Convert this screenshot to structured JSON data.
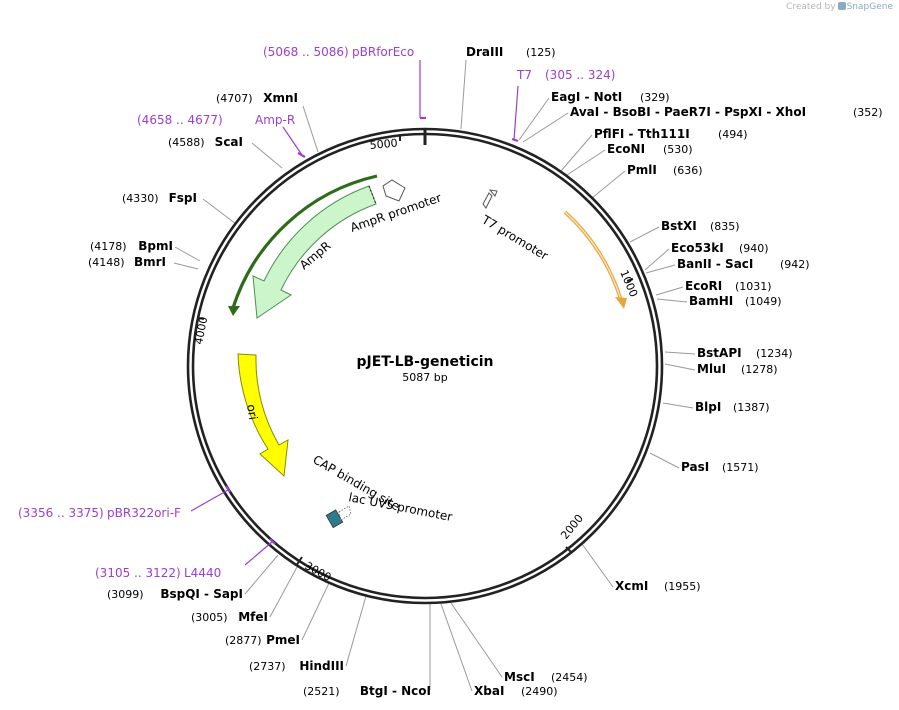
{
  "watermark": {
    "prefix": "Created by",
    "brand": "SnapGene"
  },
  "plasmid": {
    "name": "pJET-LB-geneticin",
    "length": "5087 bp"
  },
  "ticks": [
    "1000",
    "2000",
    "3000",
    "4000",
    "5000"
  ],
  "sites": [
    {
      "name": "DraIII",
      "pos": "(125)"
    },
    {
      "name": "EagI  - NotI",
      "pos": "(329)"
    },
    {
      "name": "AvaI  - BsoBI  - PaeR7I  - PspXI  - XhoI",
      "pos": "(352)"
    },
    {
      "name": "PflFI  - Tth111I",
      "pos": "(494)"
    },
    {
      "name": "EcoNI",
      "pos": "(530)"
    },
    {
      "name": "PmlI",
      "pos": "(636)"
    },
    {
      "name": "BstXI",
      "pos": "(835)"
    },
    {
      "name": "Eco53kI",
      "pos": "(940)"
    },
    {
      "name": "BanII  - SacI",
      "pos": "(942)"
    },
    {
      "name": "EcoRI",
      "pos": "(1031)"
    },
    {
      "name": "BamHI",
      "pos": "(1049)"
    },
    {
      "name": "BstAPI",
      "pos": "(1234)"
    },
    {
      "name": "MluI",
      "pos": "(1278)"
    },
    {
      "name": "BlpI",
      "pos": "(1387)"
    },
    {
      "name": "PasI",
      "pos": "(1571)"
    },
    {
      "name": "XcmI",
      "pos": "(1955)"
    },
    {
      "name": "MscI",
      "pos": "(2454)"
    },
    {
      "name": "XbaI",
      "pos": "(2490)"
    },
    {
      "name": "BtgI  - NcoI",
      "pos": "(2521)"
    },
    {
      "name": "HindIII",
      "pos": "(2737)"
    },
    {
      "name": "PmeI",
      "pos": "(2877)"
    },
    {
      "name": "MfeI",
      "pos": "(3005)"
    },
    {
      "name": "BspQI  - SapI",
      "pos": "(3099)"
    },
    {
      "name": "BmrI",
      "pos": "(4148)"
    },
    {
      "name": "BpmI",
      "pos": "(4178)"
    },
    {
      "name": "FspI",
      "pos": "(4330)"
    },
    {
      "name": "ScaI",
      "pos": "(4588)"
    },
    {
      "name": "XmnI",
      "pos": "(4707)"
    }
  ],
  "primers": [
    {
      "name": "pBRforEco",
      "range": "(5068 .. 5086)"
    },
    {
      "name": "T7",
      "range": "(305 .. 324)"
    },
    {
      "name": "Amp-R",
      "range": "(4658 .. 4677)"
    },
    {
      "name": "pBR322ori-F",
      "range": "(3356 .. 3375)"
    },
    {
      "name": "L4440",
      "range": "(3105 .. 3122)"
    }
  ],
  "features": [
    {
      "label": "AmpR promoter"
    },
    {
      "label": "AmpR"
    },
    {
      "label": "T7 promoter"
    },
    {
      "label": "ori"
    },
    {
      "label": "CAP binding site"
    },
    {
      "label": "lac UV5 promoter"
    }
  ],
  "colors": {
    "backbone": "#222222",
    "primer": "#9b3fcf",
    "ampr_fill": "#ccf5cc",
    "ampr_stroke": "#4f8f4f",
    "ampr_arc": "#2e6b1a",
    "ori_fill": "#ffff00",
    "ori_stroke": "#8a8a00",
    "orange_arc": "#e8a73d",
    "promoter_fill": "#ffffff",
    "lac_fill": "#2e7b8c"
  }
}
